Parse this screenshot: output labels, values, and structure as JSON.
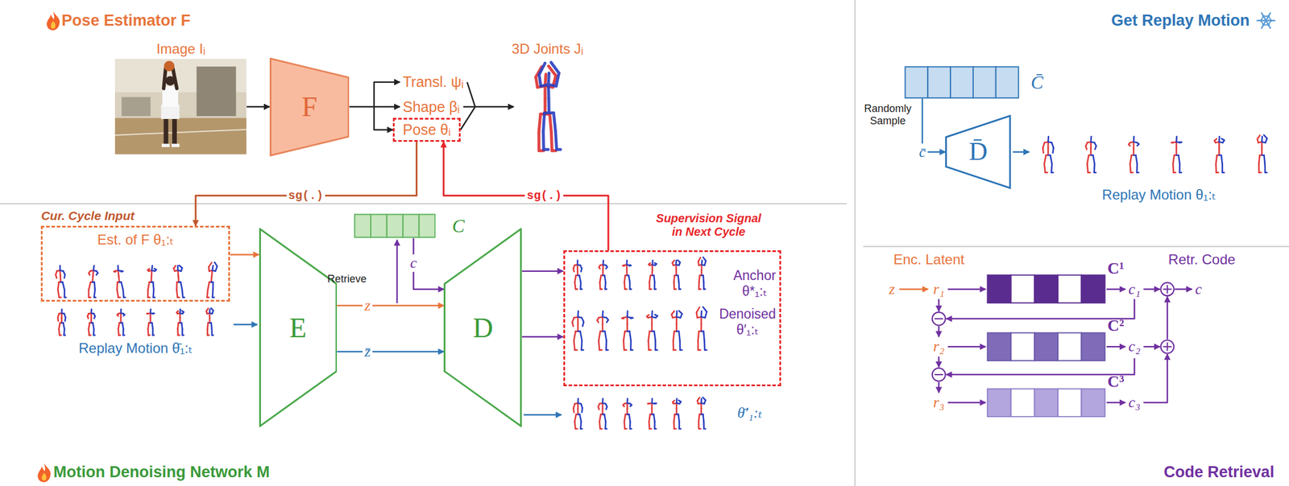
{
  "diagram": {
    "nodes": [
      {
        "text": [
          "Image Iᵢ"
        ]
      },
      {
        "text": [
          "F"
        ]
      },
      {
        "text": [
          "Pose θᵢ"
        ]
      },
      {
        "text": [
          "3D Joints Jᵢ"
        ]
      },
      {
        "text": [
          "C̄"
        ]
      },
      {
        "text": [
          "D̄"
        ]
      },
      {
        "text": [
          "Est. of F θ₁:ₜ"
        ]
      },
      {
        "text": [
          "E"
        ]
      },
      {
        "text": [
          "C"
        ]
      },
      {
        "text": [
          "D"
        ]
      },
      {
        "text": [
          "Anchor θ*₁:ₜ",
          "Denoised θ′₁:ₜ"
        ]
      },
      {
        "text": [
          "C¹"
        ]
      },
      {
        "text": [
          "C²"
        ]
      },
      {
        "text": [
          "C³"
        ]
      }
    ],
    "edges": [
      {
        "from": 0,
        "to": 1,
        "arrow": "to"
      },
      {
        "from": 1,
        "to": 2,
        "arrow": "to"
      },
      {
        "from": 2,
        "to": 3,
        "arrow": "to"
      },
      {
        "from": 2,
        "to": 6,
        "label": "sg(.)",
        "arrow": "to"
      },
      {
        "from": 10,
        "to": 2,
        "label": "sg(.)",
        "arrow": "to"
      },
      {
        "from": 4,
        "to": 5,
        "label": "c̄",
        "arrow": "to"
      },
      {
        "from": 6,
        "to": 7,
        "arrow": "to"
      },
      {
        "from": 7,
        "to": 9,
        "label": "z",
        "arrow": "to"
      },
      {
        "from": 7,
        "to": 9,
        "label": "z̄",
        "arrow": "to"
      },
      {
        "from": 8,
        "to": 9,
        "label": "c",
        "arrow": "to"
      },
      {
        "from": 9,
        "to": 10,
        "arrow": "to"
      },
      {
        "from": 9,
        "to": 10,
        "arrow": "to"
      }
    ],
    "labels": [
      "Pose Estimator F",
      "Transl. ψᵢ",
      "Shape βᵢ",
      "Cur. Cycle Input",
      "Supervision Signal in Next Cycle",
      "Get Replay Motion",
      "Randomly Sample",
      "Replay Motion θ₁:ₜ",
      "Retrieve",
      "Replay Motion θ̄₁:ₜ",
      "θ̄′₁:ₜ",
      "Motion Denoising Network M",
      "Enc. Latent",
      "z",
      "r₁",
      "r₂",
      "r₃",
      "c₁",
      "c₂",
      "c₃",
      "Retr. Code",
      "c",
      "Code Retrieval"
    ]
  }
}
